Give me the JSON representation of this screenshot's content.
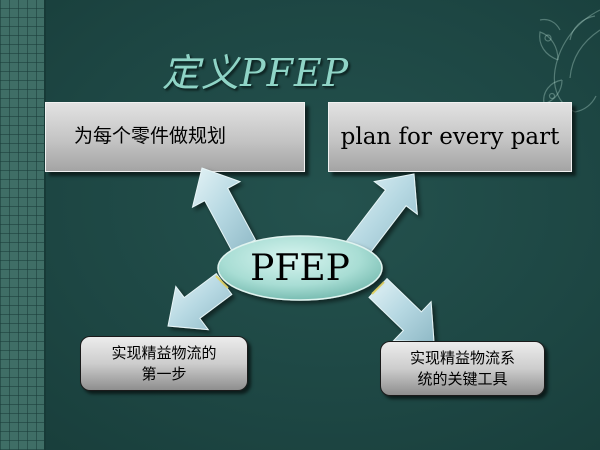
{
  "title": "定义PFEP",
  "center_node": "PFEP",
  "nodes": {
    "top_left": "为每个零件做规划",
    "top_right": "plan for every part",
    "bottom_left": [
      "实现精益物流的",
      "第一步"
    ],
    "bottom_right": [
      "实现精益物流系",
      "统的关键工具"
    ]
  },
  "colors": {
    "background": "#1e4845",
    "title": "#8fd4c6",
    "center_fill": "#a8ddd4",
    "arrow_fill": "#bcdde6",
    "box_fill": "#c4c4c4"
  }
}
